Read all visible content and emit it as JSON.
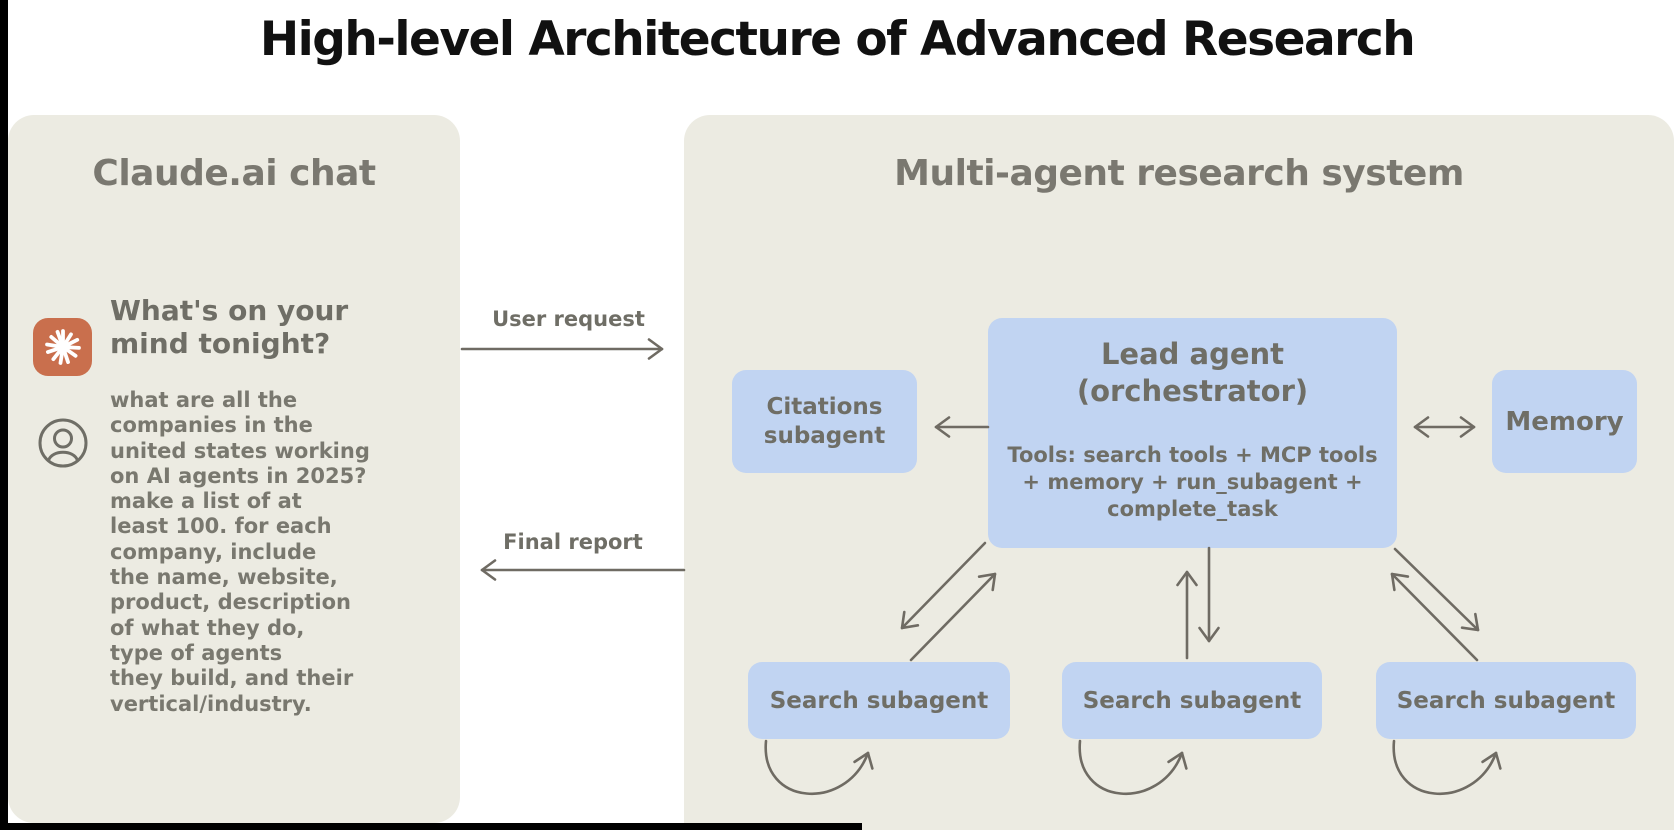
{
  "title": "High-level Architecture of Advanced Research",
  "left_panel": {
    "header": "Claude.ai chat",
    "assistant_message": "What's on your\nmind tonight?",
    "user_message": "what are all the\ncompanies in the\nunited states working\non AI agents in 2025?\nmake a list of at\nleast 100. for each\ncompany, include\nthe name, website,\nproduct, description\nof what they do,\ntype of agents\nthey build, and their\nvertical/industry.",
    "icons": {
      "assistant": "claude-spark-icon",
      "user": "user-avatar-icon"
    }
  },
  "flow": {
    "request_label": "User request",
    "report_label": "Final report"
  },
  "right_panel": {
    "header": "Multi-agent research system",
    "lead_agent": {
      "title": "Lead agent",
      "subtitle": "(orchestrator)",
      "tools": "Tools: search tools + MCP tools\n+ memory + run_subagent +\ncomplete_task"
    },
    "citations_box": "Citations\nsubagent",
    "memory_box": "Memory",
    "search_boxes": [
      "Search subagent",
      "Search subagent",
      "Search subagent"
    ]
  },
  "colors": {
    "background": "#FFFFFF",
    "panel": "#ECEBE2",
    "box_blue": "#C1D4F2",
    "text_gray": "#6F6E66",
    "header_gray": "#7A7870",
    "title_black": "#111111",
    "claude_orange": "#C96F4D",
    "arrow_gray": "#6F6B63"
  }
}
